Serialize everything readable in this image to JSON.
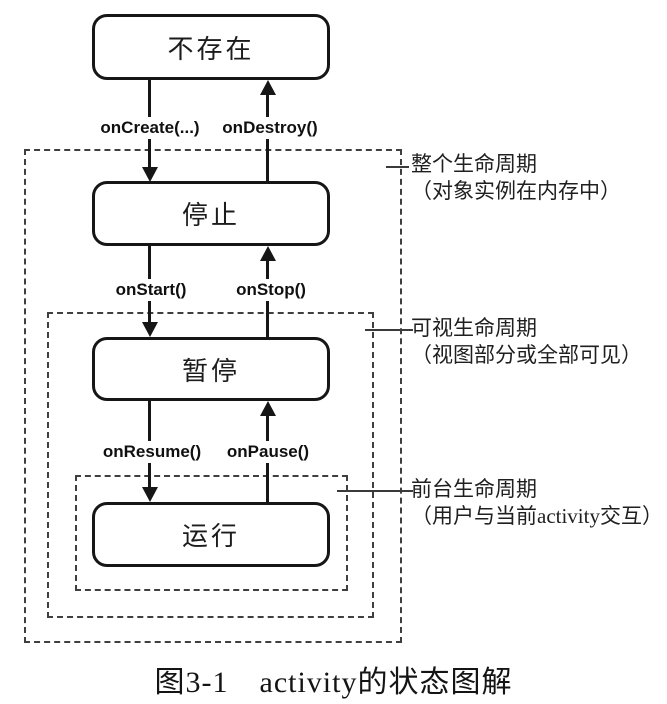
{
  "colors": {
    "ink": "#161616",
    "dash": "#3f3f3f",
    "background": "#ffffff"
  },
  "states": [
    {
      "label": "不存在"
    },
    {
      "label": "停止"
    },
    {
      "label": "暂停"
    },
    {
      "label": "运行"
    }
  ],
  "transitions": [
    {
      "down": "onCreate(...)",
      "up": "onDestroy()"
    },
    {
      "down": "onStart()",
      "up": "onStop()"
    },
    {
      "down": "onResume()",
      "up": "onPause()"
    }
  ],
  "regions": [
    {
      "title": "整个生命周期",
      "subtitle": "（对象实例在内存中）"
    },
    {
      "title": "可视生命周期",
      "subtitle": "（视图部分或全部可见）"
    },
    {
      "title": "前台生命周期",
      "subtitle": "（用户与当前activity交互）"
    }
  ],
  "caption": "图3-1　activity的状态图解"
}
